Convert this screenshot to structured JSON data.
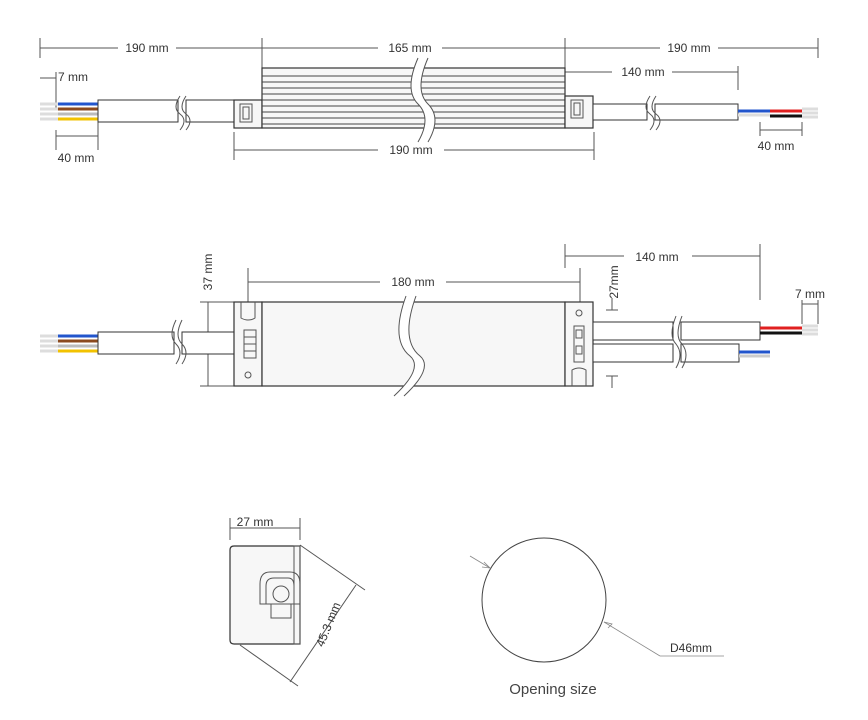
{
  "top_view": {
    "left_cable": "190 mm",
    "body_length": "165 mm",
    "right_cable": "190 mm",
    "strip_left": "7 mm",
    "wires_left": "40 mm",
    "right_jacket": "140 mm",
    "overall_body": "190 mm",
    "wires_right": "40 mm"
  },
  "side_view": {
    "height": "37 mm",
    "body_length": "180 mm",
    "right_jacket": "140 mm",
    "spacing": "27mm",
    "strip_right": "7 mm"
  },
  "end_view": {
    "width": "27 mm",
    "diagonal": "45.3 mm"
  },
  "opening": {
    "diameter": "D46mm",
    "caption": "Opening size"
  },
  "colors": {
    "wire_blue": "#2255cc",
    "wire_brown": "#8b4a1e",
    "wire_yellow": "#f2c200",
    "wire_red": "#e02020",
    "wire_black": "#111111",
    "wire_white": "#dddddd"
  }
}
